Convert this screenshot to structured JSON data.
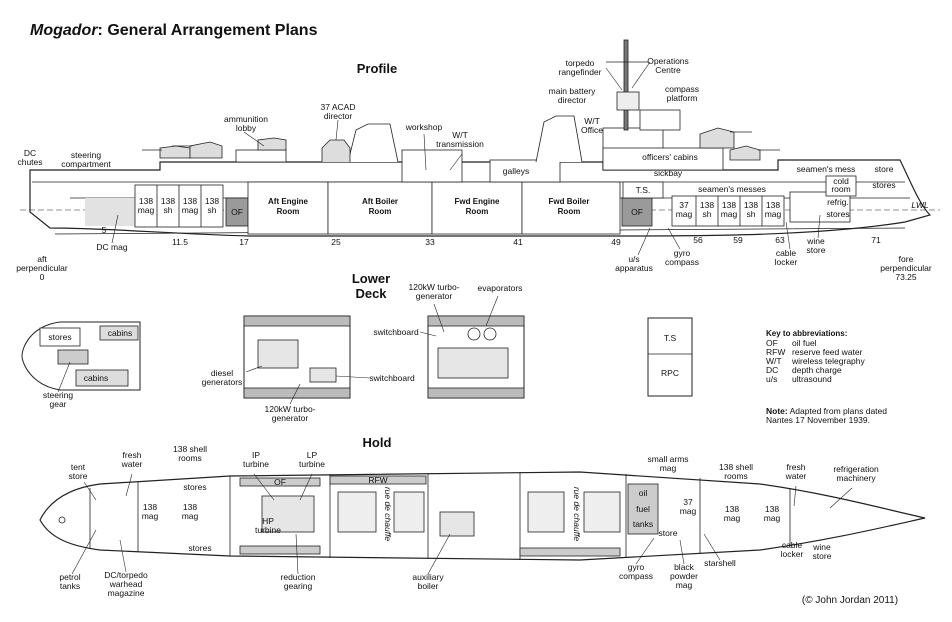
{
  "title": {
    "italic": "Mogador",
    "rest": ": General Arrangement Plans"
  },
  "sections": {
    "profile": "Profile",
    "lower_deck": [
      "Lower",
      "Deck"
    ],
    "hold": "Hold"
  },
  "frames": [
    "5",
    "11.5",
    "17",
    "25",
    "33",
    "41",
    "49",
    "56",
    "59",
    "63",
    "71"
  ],
  "profile": {
    "labels": {
      "dc_chutes": [
        "DC",
        "chutes"
      ],
      "steering": [
        "steering",
        "compartment"
      ],
      "ammo_lobby": [
        "ammunition",
        "lobby"
      ],
      "acad": [
        "37 ACAD",
        "director"
      ],
      "workshop": "workshop",
      "wt_trans": [
        "W/T",
        "transmission"
      ],
      "galleys": "galleys",
      "torpedo_rf": [
        "torpedo",
        "rangefinder"
      ],
      "ops_centre": [
        "Operations",
        "Centre"
      ],
      "main_battery": [
        "main battery",
        "director"
      ],
      "compass_platform": [
        "compass",
        "platform"
      ],
      "wt_office": [
        "W/T",
        "Office"
      ],
      "officers_cabins": "officers' cabins",
      "sickbay": "sickbay",
      "seamens_mess": "seamen's mess",
      "store": "store",
      "seamens_messes": "seamen's messes",
      "cold_room": [
        "cold",
        "room"
      ],
      "stores": "stores",
      "refrig": "refrig.",
      "stores2": "stores",
      "ts": "T.S.",
      "lwl": "LWL",
      "dc_mag": "DC mag",
      "us_app": [
        "u/s",
        "apparatus"
      ],
      "gyro": [
        "gyro",
        "compass"
      ],
      "cable_locker": [
        "cable",
        "locker"
      ],
      "wine_store": [
        "wine",
        "store"
      ],
      "aft_perp": [
        "aft",
        "perpendicular",
        "0"
      ],
      "fore_perp": [
        "fore",
        "perpendicular",
        "73.25"
      ]
    },
    "rooms": {
      "aft_mags": [
        [
          "138",
          "mag"
        ],
        [
          "138",
          "sh"
        ],
        [
          "138",
          "mag"
        ],
        [
          "138",
          "sh"
        ]
      ],
      "of1": "OF",
      "aft_engine": [
        "Aft Engine",
        "Room"
      ],
      "aft_boiler": [
        "Aft Boiler",
        "Room"
      ],
      "fwd_engine": [
        "Fwd Engine",
        "Room"
      ],
      "fwd_boiler": [
        "Fwd Boiler",
        "Room"
      ],
      "of2": "OF",
      "fwd_mags": [
        [
          "37",
          "mag"
        ],
        [
          "138",
          "sh"
        ],
        [
          "138",
          "mag"
        ],
        [
          "138",
          "sh"
        ],
        [
          "138",
          "mag"
        ]
      ]
    }
  },
  "lower": {
    "stores": "stores",
    "cabins1": "cabins",
    "cabins2": "cabins",
    "steering_gear": [
      "steering",
      "gear"
    ],
    "diesel": [
      "diesel",
      "generators"
    ],
    "switchboard1": "switchboard",
    "turbo1": [
      "120kW turbo-",
      "generator"
    ],
    "turbo2": [
      "120kW turbo-",
      "generator"
    ],
    "evaporators": "evaporators",
    "switchboard2": "switchboard",
    "ts": "T.S",
    "rpc": "RPC"
  },
  "key": {
    "heading": "Key to abbreviations:",
    "items": [
      {
        "abbr": "OF",
        "text": "oil fuel"
      },
      {
        "abbr": "RFW",
        "text": "reserve feed water"
      },
      {
        "abbr": "W/T",
        "text": "wireless telegraphy"
      },
      {
        "abbr": "DC",
        "text": "depth charge"
      },
      {
        "abbr": "u/s",
        "text": "ultrasound"
      }
    ],
    "note_bold": "Note:",
    "note": [
      "Adapted from plans dated",
      "Nantes 17 November 1939."
    ]
  },
  "hold": {
    "tent_store": [
      "tent",
      "store"
    ],
    "fresh_water1": [
      "fresh",
      "water"
    ],
    "shell_rooms1": [
      "138 shell",
      "rooms"
    ],
    "stores_a": "stores",
    "stores_b": "stores",
    "ip": [
      "IP",
      "turbine"
    ],
    "lp": [
      "LP",
      "turbine"
    ],
    "hp": [
      "HP",
      "turbine"
    ],
    "small_arms": [
      "small arms",
      "mag"
    ],
    "shell_rooms2": [
      "138 shell",
      "rooms"
    ],
    "fresh_water2": [
      "fresh",
      "water"
    ],
    "refrig_mach": [
      "refrigeration",
      "machinery"
    ],
    "mag1": [
      "138",
      "mag"
    ],
    "mag2": [
      "138",
      "mag"
    ],
    "of": "OF",
    "rfw": "RFW",
    "oil": "oil",
    "fuel": "fuel",
    "tanks": "tanks",
    "store": "store",
    "mag37": [
      "37",
      "mag"
    ],
    "mag3": [
      "138",
      "mag"
    ],
    "mag4": [
      "138",
      "mag"
    ],
    "petrol": [
      "petrol",
      "tanks"
    ],
    "dc_torpedo": [
      "DC/torpedo",
      "warhead",
      "magazine"
    ],
    "reduction": [
      "reduction",
      "gearing"
    ],
    "aux_boiler": [
      "auxiliary",
      "boiler"
    ],
    "gyro": [
      "gyro",
      "compass"
    ],
    "black_powder": [
      "black",
      "powder",
      "mag"
    ],
    "starshell": "starshell",
    "cable_locker": [
      "cable",
      "locker"
    ],
    "wine_store": [
      "wine",
      "store"
    ],
    "chauffe1": "rue de chauffe",
    "chauffe2": "rue de chauffe"
  },
  "credit": "(© John Jordan 2011)"
}
